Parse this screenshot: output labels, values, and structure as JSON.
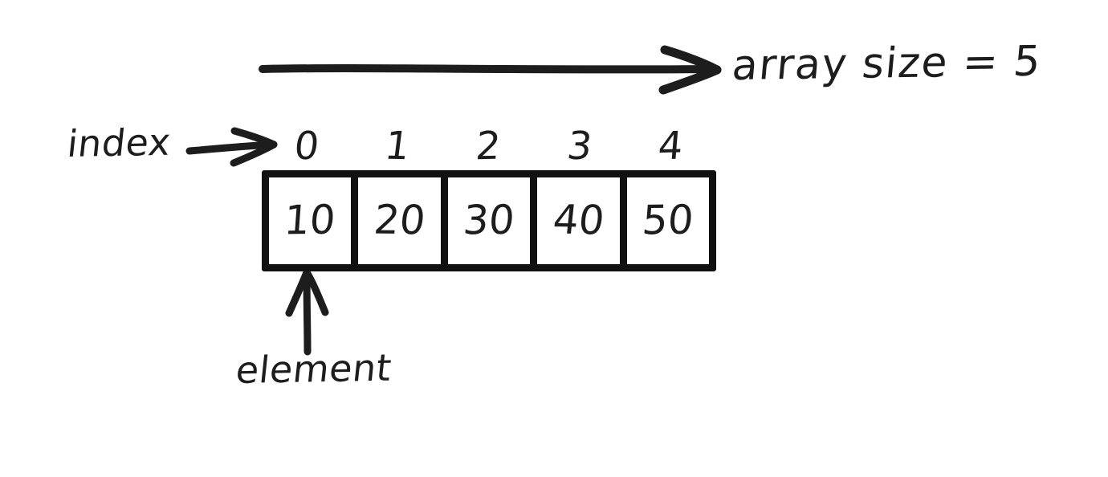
{
  "diagram": {
    "title": "array-structure-diagram",
    "background_color": "#ffffff",
    "ink_color": "#1d1d1d",
    "box_border_color": "#111111",
    "annotations": {
      "array_size_label": "array size = 5",
      "index_label": "index",
      "element_label": "element"
    },
    "indices": [
      {
        "label": "0"
      },
      {
        "label": "1"
      },
      {
        "label": "2"
      },
      {
        "label": "3"
      },
      {
        "label": "4"
      }
    ],
    "cells": [
      {
        "value": "10"
      },
      {
        "value": "20"
      },
      {
        "value": "30"
      },
      {
        "value": "40"
      },
      {
        "value": "50"
      }
    ],
    "arrows": {
      "span_arrow": "span-arrow-right-icon",
      "index_arrow": "index-arrow-right-icon",
      "element_arrow": "element-arrow-up-icon"
    }
  }
}
